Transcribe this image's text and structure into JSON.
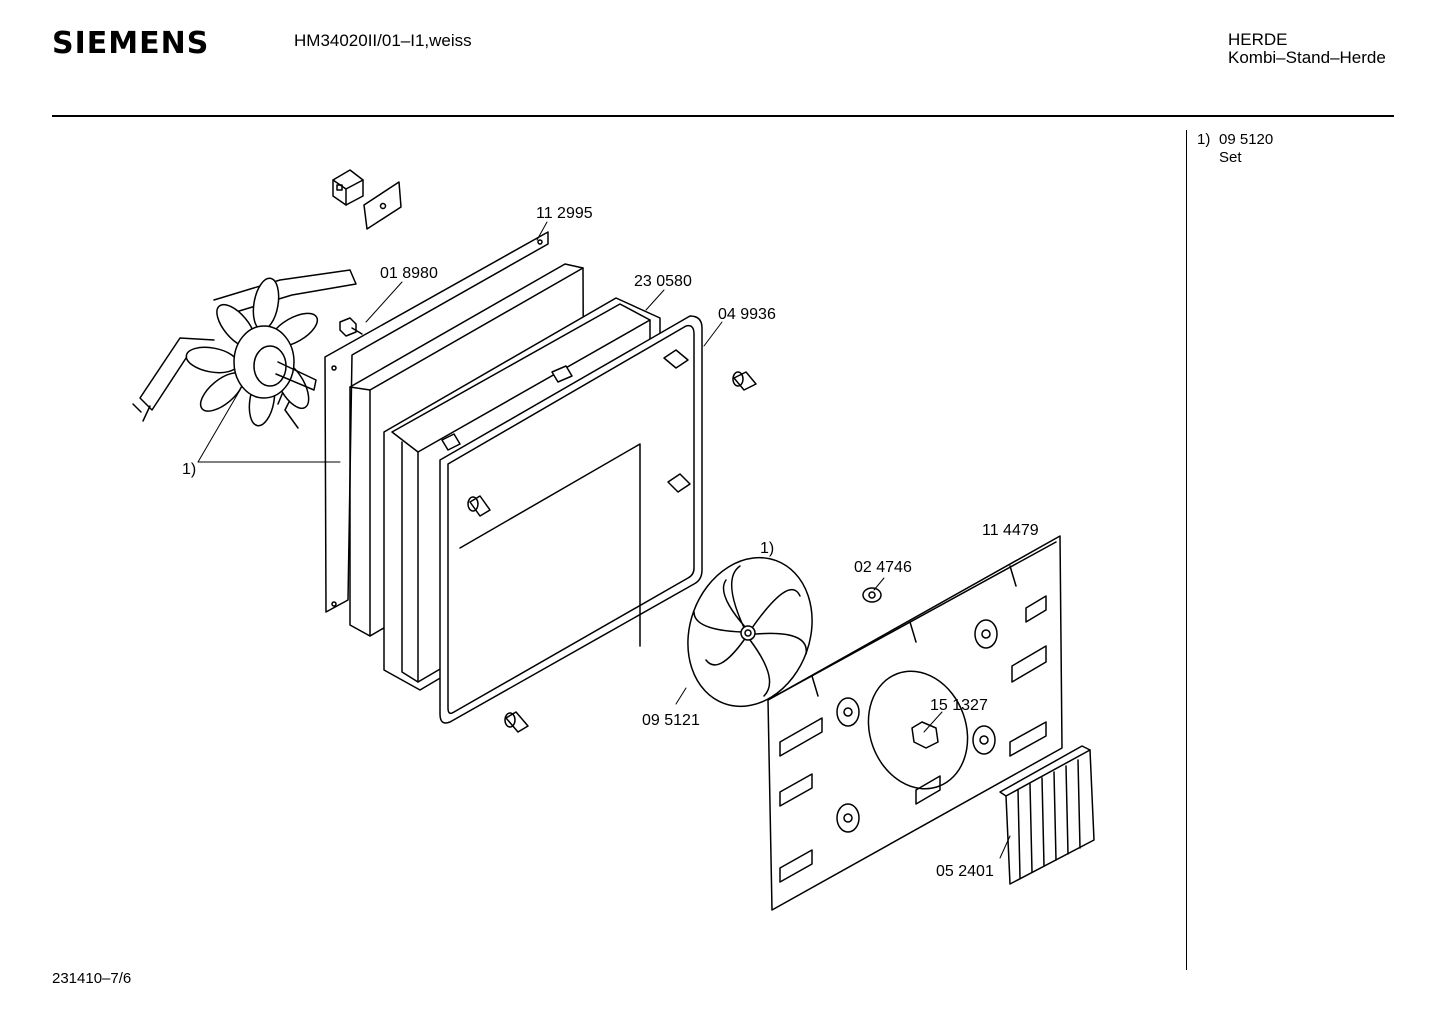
{
  "header": {
    "brand": "SIEMENS",
    "model": "HM34020II/01–I1,weiss",
    "category_line1": "HERDE",
    "category_line2": "Kombi–Stand–Herde"
  },
  "notes": {
    "marker": "1)",
    "part": "09 5120",
    "desc": "Set"
  },
  "footer": "231410–7/6",
  "labels": {
    "p112995": "11 2995",
    "p018980": "01 8980",
    "p230580": "23 0580",
    "p049936": "04 9936",
    "ref1_left": "1)",
    "ref1_fan": "1)",
    "p024746": "02 4746",
    "p114479": "11 4479",
    "p095121": "09 5121",
    "p151327": "15 1327",
    "p052401": "05 2401"
  }
}
